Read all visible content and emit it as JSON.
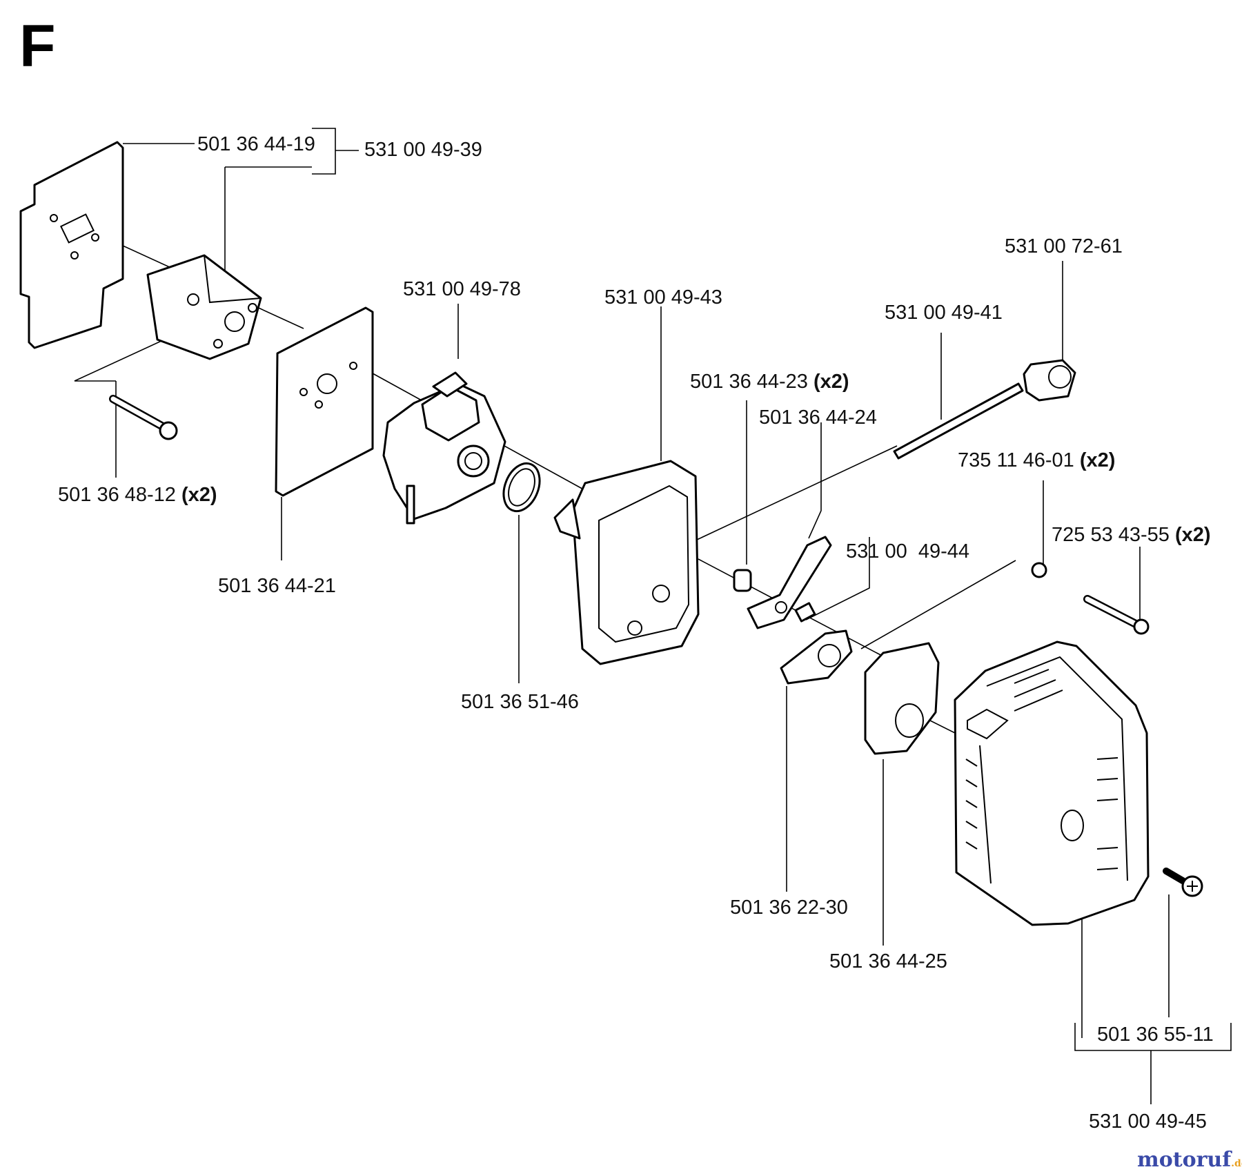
{
  "section_letter": "F",
  "parts": {
    "p_501364419": "501 36 44-19",
    "p_531004939": "531 00 49-39",
    "p_531007261": "531 00 72-61",
    "p_531004978": "531 00 49-78",
    "p_531004943": "531 00 49-43",
    "p_531004941": "531 00 49-41",
    "p_501364423": "501 36 44-23",
    "p_501364424": "501 36 44-24",
    "p_735114601": "735 11 46-01",
    "p_501364812": "501 36 48-12",
    "p_725534355": "725 53 43-55",
    "p_531004944": "531 00  49-44",
    "p_501364421": "501 36 44-21",
    "p_501365146": "501 36 51-46",
    "p_501362230": "501 36 22-30",
    "p_501364425": "501 36 44-25",
    "p_501365511": "501 36 55-11",
    "p_531004945": "531 00 49-45"
  },
  "qty_x2": "(x2)",
  "watermark": {
    "text": "motoruf",
    "suffix": ".de",
    "color": "#3a4aa8",
    "accent_color": "#e8a020"
  }
}
